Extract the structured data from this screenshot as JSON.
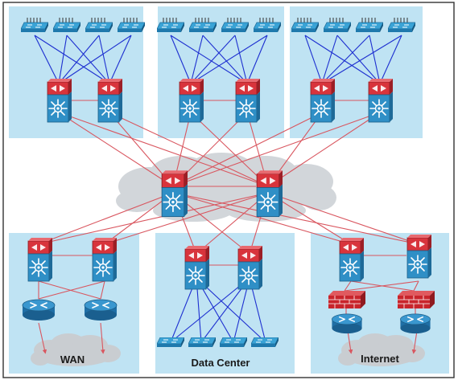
{
  "labels": {
    "wan": "WAN",
    "data_center": "Data Center",
    "internet": "Internet"
  },
  "colors": {
    "block_bg": "#bfe3f3",
    "frame": "#333333",
    "cloud": "#d2d6da",
    "link_blue": "#1d2fd0",
    "link_red": "#d9565f",
    "switch_top": "#d8343c",
    "switch_body": "#2f8fc6",
    "router": "#2b7fba",
    "firewall": "#c8252c"
  },
  "groups": {
    "access_blocks": [
      "block-1",
      "block-2",
      "block-3"
    ],
    "edge_blocks": [
      "wan-block",
      "data-center-block",
      "internet-block"
    ]
  }
}
